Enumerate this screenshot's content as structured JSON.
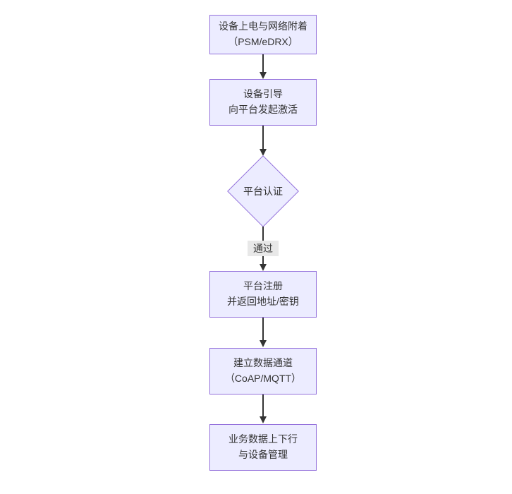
{
  "diagram": {
    "type": "flowchart-vertical",
    "colors": {
      "node_fill": "#ECECFF",
      "node_border": "#9370DB",
      "arrow": "#333333",
      "edge_label_bg": "#e8e8e8",
      "text": "#333333",
      "background": "#ffffff"
    },
    "nodes": [
      {
        "shape": "rect",
        "lines": [
          "设备上电与网络附着",
          "（PSM/eDRX）"
        ]
      },
      {
        "shape": "rect",
        "lines": [
          "设备引导",
          "向平台发起激活"
        ]
      },
      {
        "shape": "diamond",
        "lines": [
          "平台认证"
        ]
      },
      {
        "shape": "rect",
        "lines": [
          "平台注册",
          "并返回地址/密钥"
        ]
      },
      {
        "shape": "rect",
        "lines": [
          "建立数据通道",
          "（CoAP/MQTT）"
        ]
      },
      {
        "shape": "rect",
        "lines": [
          "业务数据上下行",
          "与设备管理"
        ]
      }
    ],
    "edge_labels": [
      "通过"
    ]
  }
}
